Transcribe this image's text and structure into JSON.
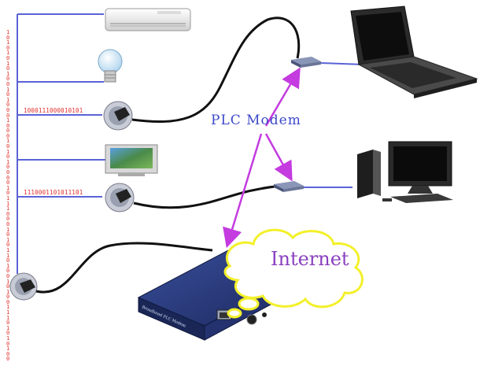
{
  "diagram": {
    "plc_label": "PLC Modem",
    "internet_label": "Internet",
    "bitstream_vertical": "1010101010010100010001010100001011100010101101001010011101010100",
    "bitstream_upper": "1000111000010101",
    "bitstream_lower": "1110001101011101",
    "device_label": "Broadband PLC Modem",
    "colors": {
      "bus_line": "#5a63d6",
      "bits": "#e0302c",
      "arrow": "#c43be0",
      "cloud": "#f3f02a",
      "modem_body": "#24336e",
      "cable": "#111111"
    },
    "devices": [
      "air-conditioner",
      "light-bulb",
      "power-plug",
      "television",
      "power-plug",
      "power-plug",
      "laptop",
      "desktop-computer",
      "plc-modem",
      "plc-modem",
      "broadband-plc-modem"
    ]
  }
}
